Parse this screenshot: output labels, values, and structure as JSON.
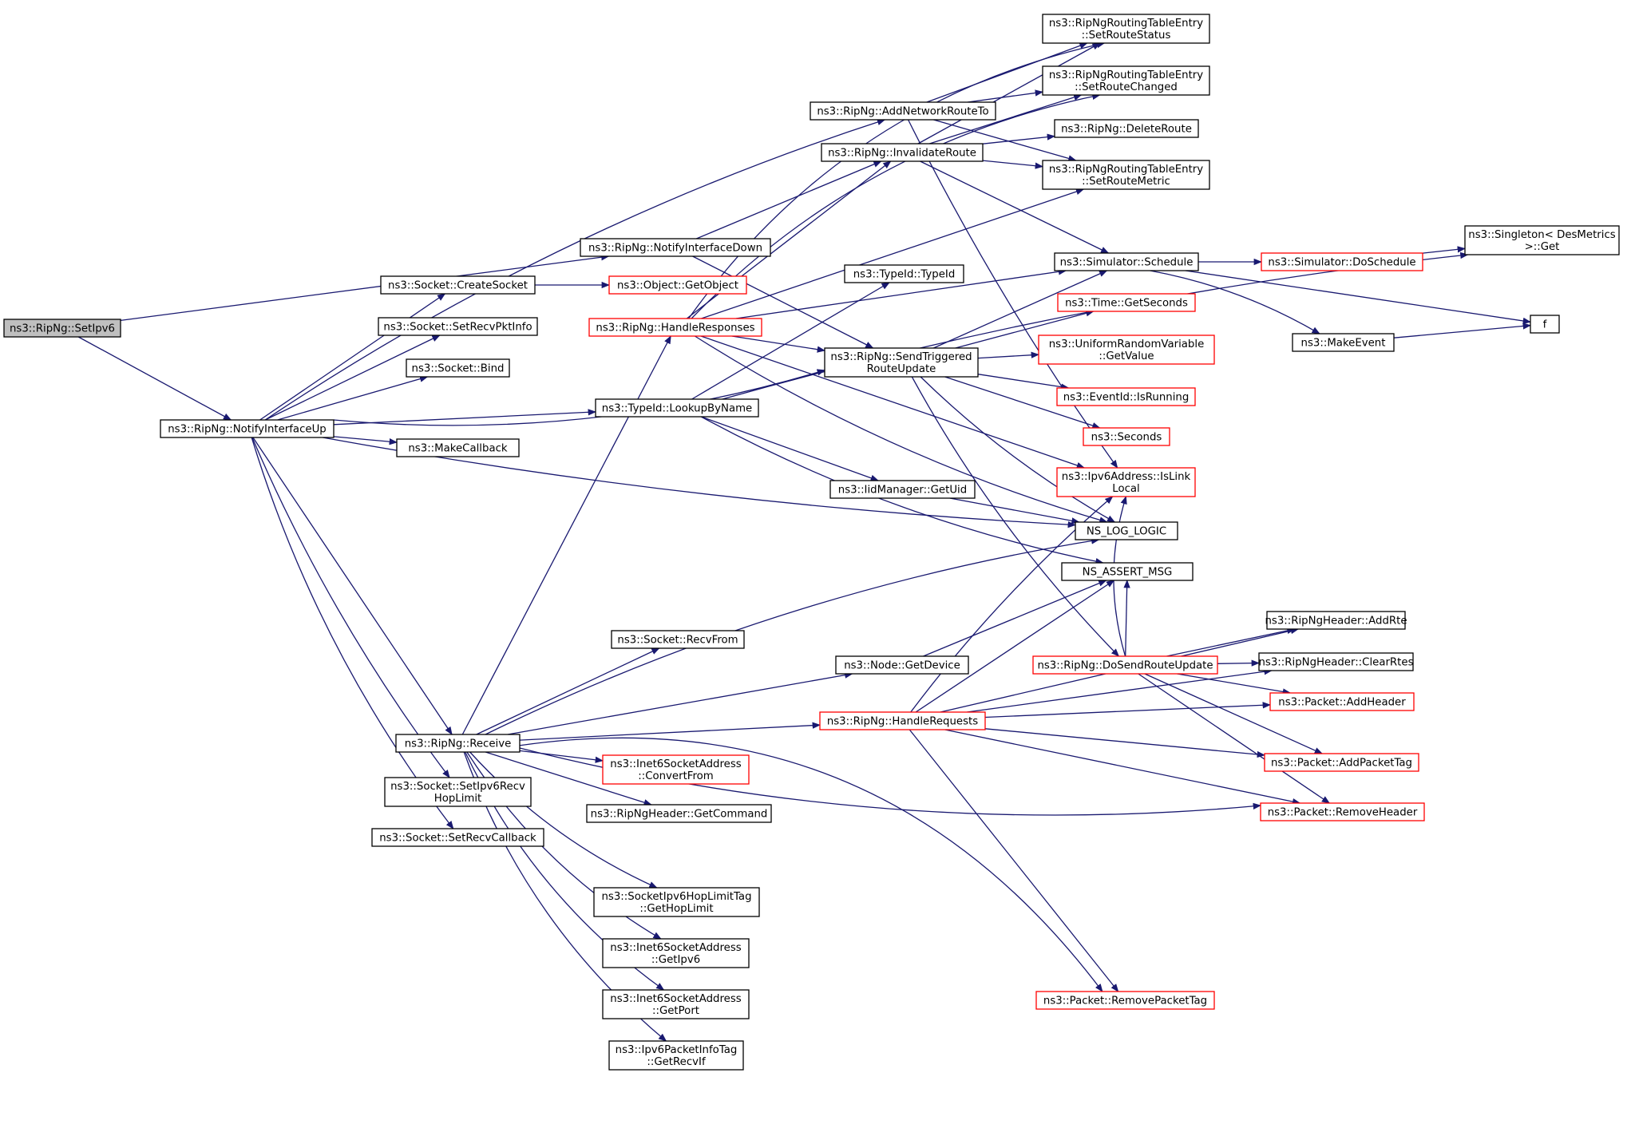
{
  "colors": {
    "edge": "#191970",
    "node_border": "#000000",
    "truncated_border": "#ff0000",
    "root_fill": "#bfbfbf",
    "background": "#ffffff"
  },
  "nodes": [
    {
      "id": "setipv6",
      "lines": [
        "ns3::RipNg::SetIpv6"
      ],
      "root": true
    },
    {
      "id": "ifup",
      "lines": [
        "ns3::RipNg::NotifyInterfaceUp"
      ]
    },
    {
      "id": "ifdown",
      "lines": [
        "ns3::RipNg::NotifyInterfaceDown"
      ]
    },
    {
      "id": "addnet",
      "lines": [
        "ns3::RipNg::AddNetworkRouteTo"
      ]
    },
    {
      "id": "invalidate",
      "lines": [
        "ns3::RipNg::InvalidateRoute"
      ]
    },
    {
      "id": "createsock",
      "lines": [
        "ns3::Socket::CreateSocket"
      ]
    },
    {
      "id": "getobject",
      "lines": [
        "ns3::Object::GetObject"
      ],
      "truncated": true
    },
    {
      "id": "setrecvpkt",
      "lines": [
        "ns3::Socket::SetRecvPktInfo"
      ]
    },
    {
      "id": "bind",
      "lines": [
        "ns3::Socket::Bind"
      ]
    },
    {
      "id": "makecallback",
      "lines": [
        "ns3::MakeCallback"
      ]
    },
    {
      "id": "lookupbyname",
      "lines": [
        "ns3::TypeId::LookupByName"
      ]
    },
    {
      "id": "handleresp",
      "lines": [
        "ns3::RipNg::HandleResponses"
      ],
      "truncated": true
    },
    {
      "id": "typeid",
      "lines": [
        "ns3::TypeId::TypeId"
      ]
    },
    {
      "id": "sendtrig",
      "lines": [
        "ns3::RipNg::SendTriggered",
        "RouteUpdate"
      ]
    },
    {
      "id": "getuid",
      "lines": [
        "ns3::IidManager::GetUid"
      ]
    },
    {
      "id": "receive",
      "lines": [
        "ns3::RipNg::Receive"
      ]
    },
    {
      "id": "sethoplimit",
      "lines": [
        "ns3::Socket::SetIpv6Recv",
        "HopLimit"
      ]
    },
    {
      "id": "setrecvcb",
      "lines": [
        "ns3::Socket::SetRecvCallback"
      ]
    },
    {
      "id": "recvfrom",
      "lines": [
        "ns3::Socket::RecvFrom"
      ]
    },
    {
      "id": "convertfrom",
      "lines": [
        "ns3::Inet6SocketAddress",
        "::ConvertFrom"
      ],
      "truncated": true
    },
    {
      "id": "getcommand",
      "lines": [
        "ns3::RipNgHeader::GetCommand"
      ]
    },
    {
      "id": "gethoplimit",
      "lines": [
        "ns3::SocketIpv6HopLimitTag",
        "::GetHopLimit"
      ]
    },
    {
      "id": "getipv6",
      "lines": [
        "ns3::Inet6SocketAddress",
        "::GetIpv6"
      ]
    },
    {
      "id": "getport",
      "lines": [
        "ns3::Inet6SocketAddress",
        "::GetPort"
      ]
    },
    {
      "id": "getrecvif",
      "lines": [
        "ns3::Ipv6PacketInfoTag",
        "::GetRecvIf"
      ]
    },
    {
      "id": "getdevice",
      "lines": [
        "ns3::Node::GetDevice"
      ]
    },
    {
      "id": "handlereq",
      "lines": [
        "ns3::RipNg::HandleRequests"
      ],
      "truncated": true
    },
    {
      "id": "dosend",
      "lines": [
        "ns3::RipNg::DoSendRouteUpdate"
      ],
      "truncated": true
    },
    {
      "id": "setroutestatus",
      "lines": [
        "ns3::RipNgRoutingTableEntry",
        "::SetRouteStatus"
      ]
    },
    {
      "id": "setroutechanged",
      "lines": [
        "ns3::RipNgRoutingTableEntry",
        "::SetRouteChanged"
      ]
    },
    {
      "id": "deleteroute",
      "lines": [
        "ns3::RipNg::DeleteRoute"
      ]
    },
    {
      "id": "setroutemetric",
      "lines": [
        "ns3::RipNgRoutingTableEntry",
        "::SetRouteMetric"
      ]
    },
    {
      "id": "schedule",
      "lines": [
        "ns3::Simulator::Schedule"
      ]
    },
    {
      "id": "getseconds",
      "lines": [
        "ns3::Time::GetSeconds"
      ],
      "truncated": true
    },
    {
      "id": "getvalue",
      "lines": [
        "ns3::UniformRandomVariable",
        "::GetValue"
      ],
      "truncated": true
    },
    {
      "id": "isrunning",
      "lines": [
        "ns3::EventId::IsRunning"
      ],
      "truncated": true
    },
    {
      "id": "seconds",
      "lines": [
        "ns3::Seconds"
      ],
      "truncated": true
    },
    {
      "id": "islinklocal",
      "lines": [
        "ns3::Ipv6Address::IsLink",
        "Local"
      ],
      "truncated": true
    },
    {
      "id": "nslog",
      "lines": [
        "NS_LOG_LOGIC"
      ]
    },
    {
      "id": "nsassert",
      "lines": [
        "NS_ASSERT_MSG"
      ]
    },
    {
      "id": "addrte",
      "lines": [
        "ns3::RipNgHeader::AddRte"
      ]
    },
    {
      "id": "clearrtes",
      "lines": [
        "ns3::RipNgHeader::ClearRtes"
      ]
    },
    {
      "id": "addheader",
      "lines": [
        "ns3::Packet::AddHeader"
      ],
      "truncated": true
    },
    {
      "id": "addpackettag",
      "lines": [
        "ns3::Packet::AddPacketTag"
      ],
      "truncated": true
    },
    {
      "id": "removeheader",
      "lines": [
        "ns3::Packet::RemoveHeader"
      ],
      "truncated": true
    },
    {
      "id": "removepackettag",
      "lines": [
        "ns3::Packet::RemovePacketTag"
      ],
      "truncated": true
    },
    {
      "id": "doschedule",
      "lines": [
        "ns3::Simulator::DoSchedule"
      ],
      "truncated": true
    },
    {
      "id": "makeevent",
      "lines": [
        "ns3::MakeEvent"
      ]
    },
    {
      "id": "singleton",
      "lines": [
        "ns3::Singleton< DesMetrics",
        ">::Get"
      ]
    },
    {
      "id": "f",
      "lines": [
        "f"
      ]
    }
  ],
  "edges": [
    [
      "setipv6",
      "ifup"
    ],
    [
      "setipv6",
      "ifdown"
    ],
    [
      "ifup",
      "addnet"
    ],
    [
      "ifup",
      "createsock"
    ],
    [
      "ifup",
      "setrecvpkt"
    ],
    [
      "ifup",
      "bind"
    ],
    [
      "ifup",
      "lookupbyname"
    ],
    [
      "ifup",
      "makecallback"
    ],
    [
      "ifup",
      "sendtrig"
    ],
    [
      "ifup",
      "nslog"
    ],
    [
      "ifup",
      "receive"
    ],
    [
      "ifup",
      "sethoplimit"
    ],
    [
      "ifup",
      "setrecvcb"
    ],
    [
      "ifdown",
      "invalidate"
    ],
    [
      "ifdown",
      "sendtrig"
    ],
    [
      "createsock",
      "getobject"
    ],
    [
      "addnet",
      "setroutestatus"
    ],
    [
      "addnet",
      "setroutechanged"
    ],
    [
      "addnet",
      "setroutemetric"
    ],
    [
      "addnet",
      "islinklocal"
    ],
    [
      "invalidate",
      "setroutestatus"
    ],
    [
      "invalidate",
      "setroutechanged"
    ],
    [
      "invalidate",
      "deleteroute"
    ],
    [
      "invalidate",
      "setroutemetric"
    ],
    [
      "invalidate",
      "schedule"
    ],
    [
      "lookupbyname",
      "typeid"
    ],
    [
      "lookupbyname",
      "getuid"
    ],
    [
      "lookupbyname",
      "nsassert"
    ],
    [
      "lookupbyname",
      "singleton"
    ],
    [
      "getuid",
      "nslog"
    ],
    [
      "handleresp",
      "setroutestatus"
    ],
    [
      "handleresp",
      "setroutechanged"
    ],
    [
      "handleresp",
      "invalidate"
    ],
    [
      "handleresp",
      "setroutemetric"
    ],
    [
      "handleresp",
      "schedule"
    ],
    [
      "handleresp",
      "sendtrig"
    ],
    [
      "handleresp",
      "islinklocal"
    ],
    [
      "handleresp",
      "nslog"
    ],
    [
      "sendtrig",
      "schedule"
    ],
    [
      "sendtrig",
      "getseconds"
    ],
    [
      "sendtrig",
      "getvalue"
    ],
    [
      "sendtrig",
      "isrunning"
    ],
    [
      "sendtrig",
      "seconds"
    ],
    [
      "sendtrig",
      "nslog"
    ],
    [
      "sendtrig",
      "dosend"
    ],
    [
      "receive",
      "handleresp"
    ],
    [
      "receive",
      "nslog"
    ],
    [
      "receive",
      "recvfrom"
    ],
    [
      "receive",
      "getdevice"
    ],
    [
      "receive",
      "handlereq"
    ],
    [
      "receive",
      "convertfrom"
    ],
    [
      "receive",
      "getcommand"
    ],
    [
      "receive",
      "removeheader"
    ],
    [
      "receive",
      "gethoplimit"
    ],
    [
      "receive",
      "getipv6"
    ],
    [
      "receive",
      "getport"
    ],
    [
      "receive",
      "getrecvif"
    ],
    [
      "receive",
      "removepackettag"
    ],
    [
      "getdevice",
      "nsassert"
    ],
    [
      "handlereq",
      "islinklocal"
    ],
    [
      "handlereq",
      "nsassert"
    ],
    [
      "handlereq",
      "addrte"
    ],
    [
      "handlereq",
      "clearrtes"
    ],
    [
      "handlereq",
      "addheader"
    ],
    [
      "handlereq",
      "addpackettag"
    ],
    [
      "handlereq",
      "removeheader"
    ],
    [
      "handlereq",
      "removepackettag"
    ],
    [
      "dosend",
      "addrte"
    ],
    [
      "dosend",
      "clearrtes"
    ],
    [
      "dosend",
      "addheader"
    ],
    [
      "dosend",
      "addpackettag"
    ],
    [
      "dosend",
      "removeheader"
    ],
    [
      "dosend",
      "islinklocal"
    ],
    [
      "dosend",
      "nsassert"
    ],
    [
      "schedule",
      "doschedule"
    ],
    [
      "schedule",
      "makeevent"
    ],
    [
      "schedule",
      "f"
    ],
    [
      "doschedule",
      "singleton"
    ],
    [
      "makeevent",
      "f"
    ]
  ]
}
